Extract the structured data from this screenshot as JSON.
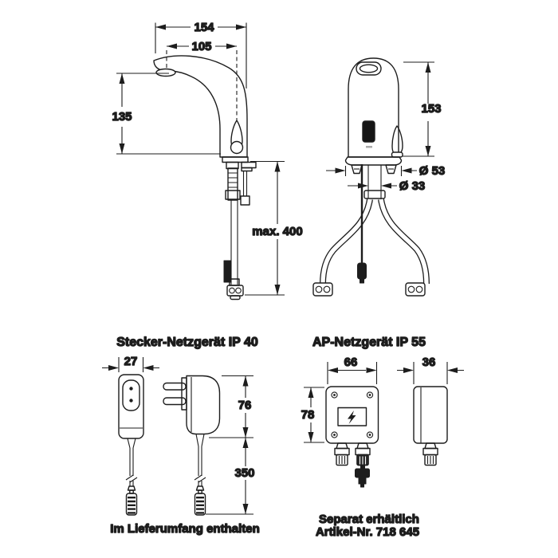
{
  "colors": {
    "line": "#1d1d1d",
    "background": "#ffffff",
    "sensor_window": "#151515"
  },
  "faucet_side_view": {
    "dim_total_length": "154",
    "dim_spout_reach": "105",
    "dim_outlet_height": "135",
    "dim_hose_length": "max. 400"
  },
  "faucet_front_view": {
    "dim_height": "153",
    "dim_base_diameter": "Ø 53",
    "dim_shaft_diameter": "Ø 33"
  },
  "plug_power_supply": {
    "title": "Stecker-Netzgerät IP 40",
    "dim_width": "27",
    "dim_body_height": "76",
    "dim_cable_length": "350",
    "caption": "Im Lieferumfang enthalten"
  },
  "surface_power_supply": {
    "title": "AP-Netzgerät IP 55",
    "dim_width": "66",
    "dim_depth": "36",
    "dim_height": "78",
    "caption_line1": "Separat erhältlich",
    "caption_line2": "Artikel-Nr. 718 645"
  }
}
